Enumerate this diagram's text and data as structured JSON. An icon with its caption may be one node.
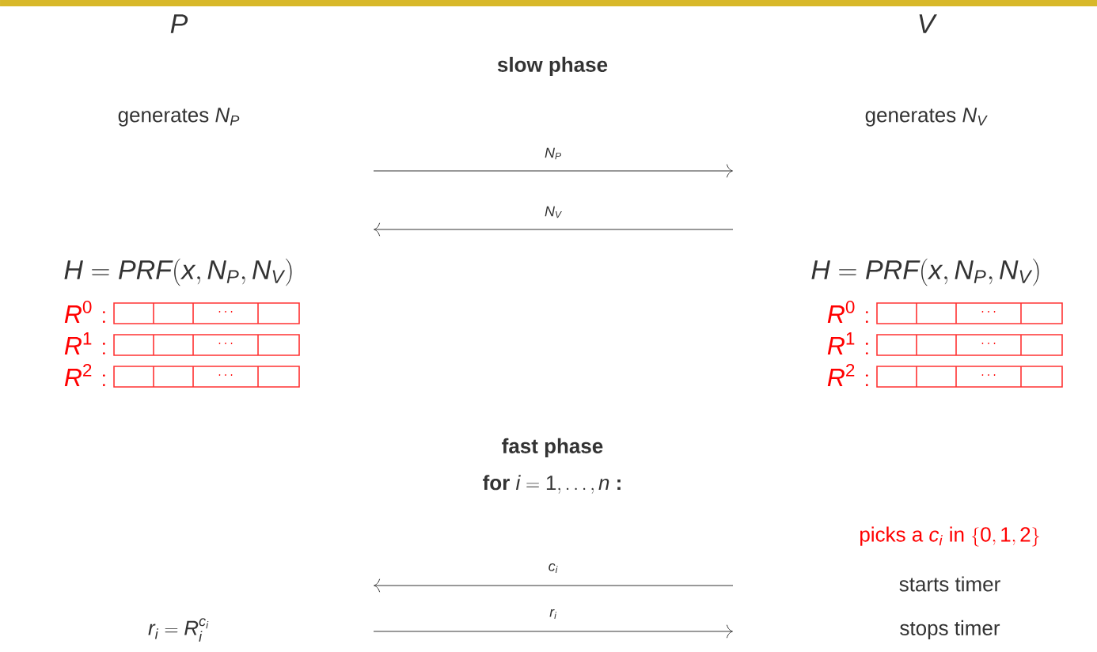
{
  "diagram": {
    "labels": [
      "P",
      "V",
      "slow phase",
      "\\mbox{generates } N_P",
      "\\mbox{generates } N_V",
      "N_P",
      "N_V",
      "H = PRF(x, N_P, N_V)",
      "H = PRF(x, N_P, N_V)",
      "R^0 :",
      "\\ldots",
      "R^0 :",
      "\\ldots",
      "R^1 :",
      "\\ldots",
      "R^1 :",
      "\\ldots",
      "R^2 :",
      "\\ldots",
      "R^2 :",
      "\\ldots",
      "fast phase",
      "\\mbox{\\textbf{for} } i = 1, \\ldots, n \\mbox{ \\textbf{:}}",
      "\\mbox{picks a } c_i \\mbox{ in } \\{0, 1, 2\\}",
      "c_i",
      "starts timer",
      "r_i",
      "r_i = R_i^{c_i}",
      "stops timer"
    ]
  }
}
